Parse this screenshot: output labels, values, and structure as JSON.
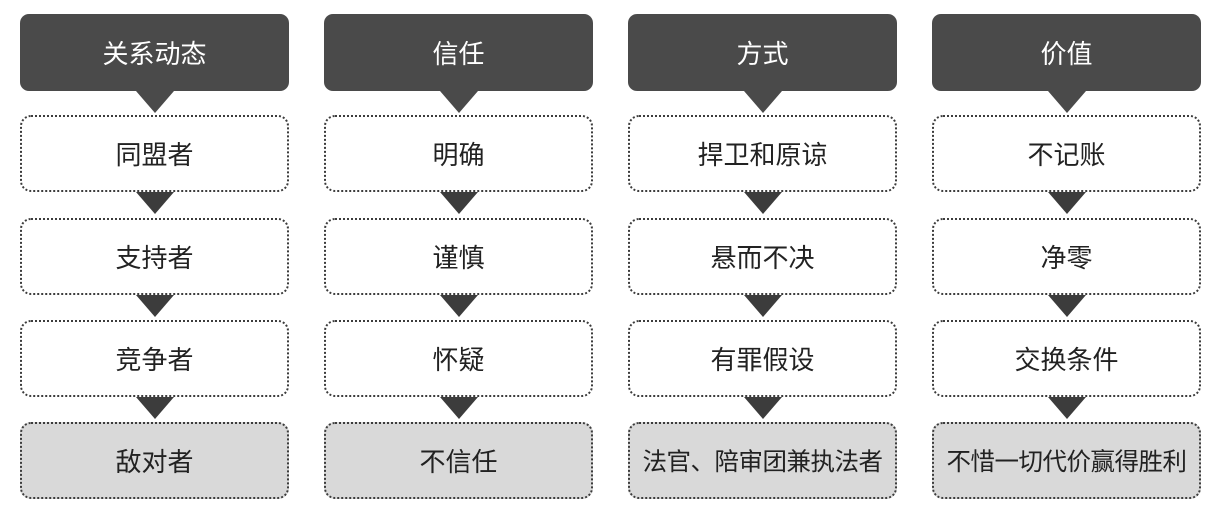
{
  "columns": [
    {
      "header": "关系动态",
      "items": [
        "同盟者",
        "支持者",
        "竞争者",
        "敌对者"
      ]
    },
    {
      "header": "信任",
      "items": [
        "明确",
        "谨慎",
        "怀疑",
        "不信任"
      ]
    },
    {
      "header": "方式",
      "items": [
        "捍卫和原谅",
        "悬而不决",
        "有罪假设",
        "法官、陪审团兼执法者"
      ]
    },
    {
      "header": "价值",
      "items": [
        "不记账",
        "净零",
        "交换条件",
        "不惜一切代价赢得胜利"
      ]
    }
  ],
  "colors": {
    "header_bg": "#4a4a4a",
    "header_text": "#ffffff",
    "box_border": "#3c3c3c",
    "final_box_bg": "#d9d9d9",
    "arrow": "#3c3c3c"
  }
}
